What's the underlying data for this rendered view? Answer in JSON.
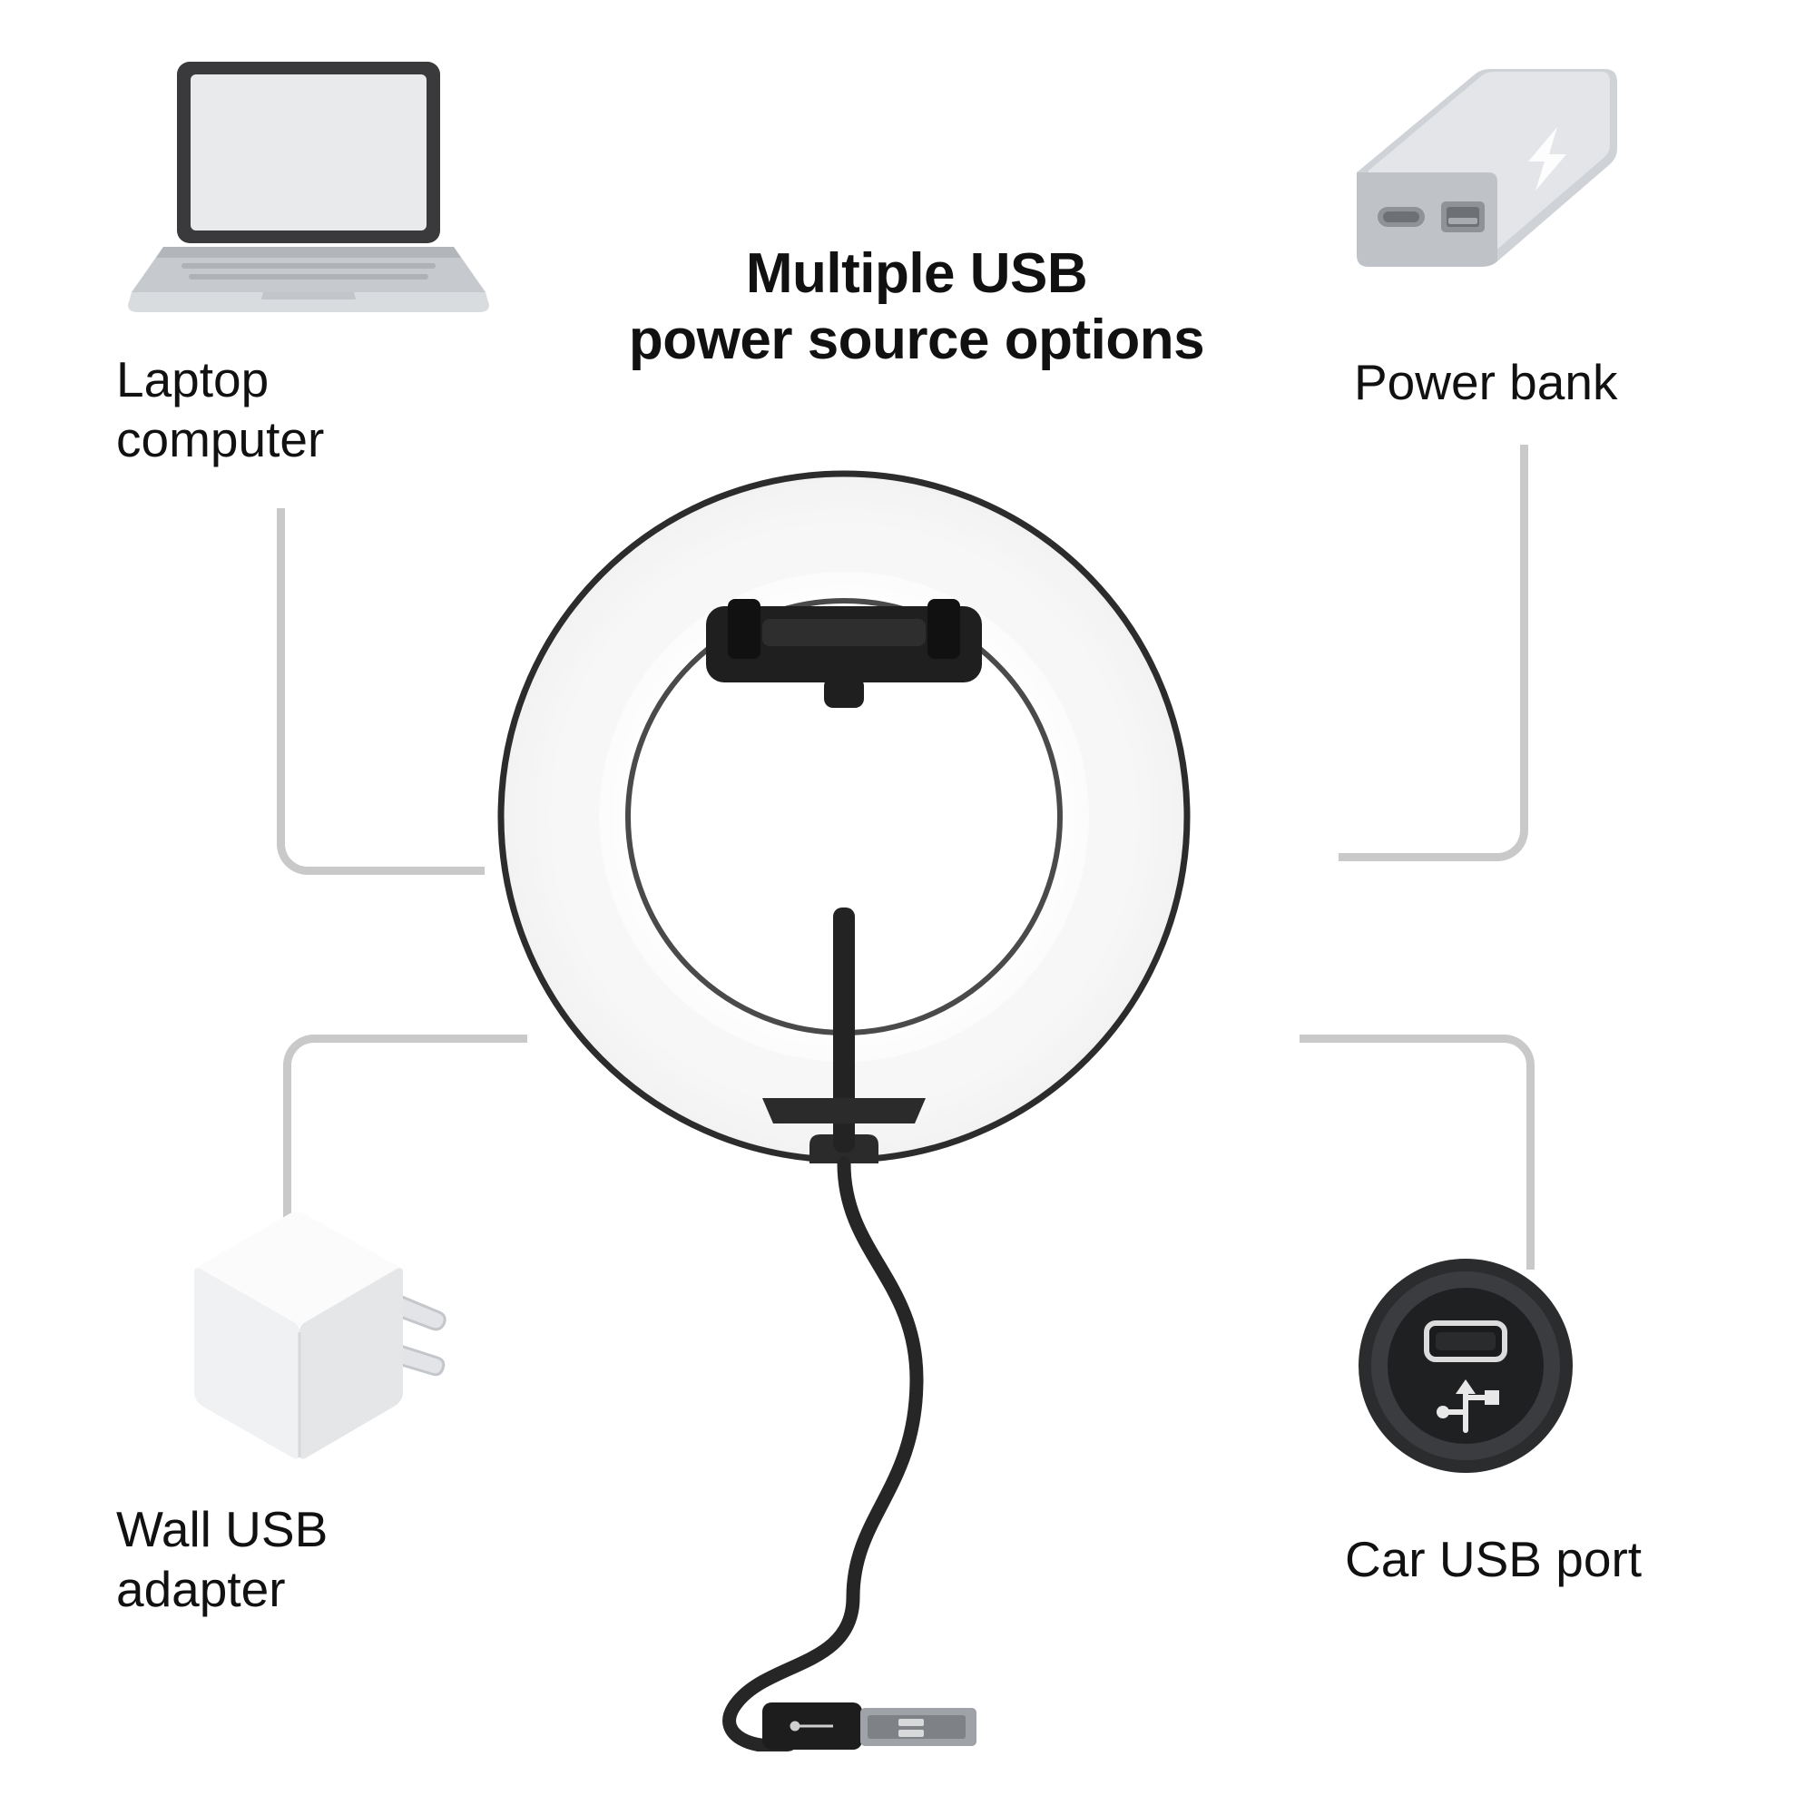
{
  "title": {
    "line1": "Multiple USB",
    "line2": "power source options"
  },
  "labels": {
    "laptop": "Laptop\ncomputer",
    "power_bank": "Power bank",
    "wall_adapter": "Wall USB\nadapter",
    "car_port": "Car USB port"
  },
  "devices": {
    "laptop": "laptop-computer-illustration",
    "power_bank": "power-bank-illustration",
    "wall_adapter": "wall-usb-adapter-illustration",
    "car_port": "car-usb-port-illustration",
    "ring_light": "ring-light-with-phone-holder-illustration",
    "usb_connector": "usb-type-a-connector-illustration"
  },
  "colors": {
    "text": "#111111",
    "connector_line": "#c9c9c9",
    "background": "#ffffff",
    "device_body": "#d8dadd",
    "device_dark": "#2b2b2b",
    "ring_inner": "#f4f4f4"
  }
}
